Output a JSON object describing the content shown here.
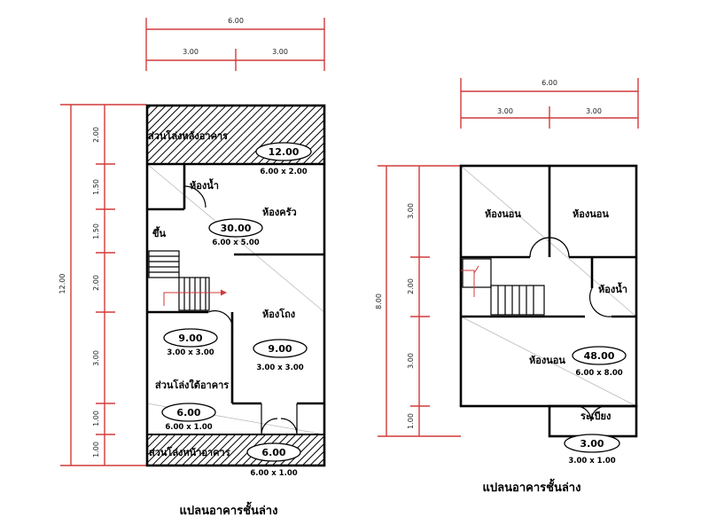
{
  "plan1": {
    "title": "แปลนอาคารชั้นล่าง",
    "dims": {
      "total_width": "6.00",
      "half_left": "3.00",
      "half_right": "3.00",
      "total_height": "12.00",
      "segments": [
        "2.00",
        "1.50",
        "1.50",
        "2.00",
        "3.00",
        "1.00",
        "1.00"
      ]
    },
    "labels": {
      "parking_top": "ส่วนโล่งหลังอาคาร",
      "bathroom": "ห้องน้ำ",
      "kitchen": "ห้องครัว",
      "stair": "ขึ้น",
      "hall": "ห้องโถง",
      "under": "ส่วนโล่งใต้อาคาร",
      "front": "ส่วนโล่งหน้าอาคาร"
    },
    "areas": [
      {
        "value": "12.00",
        "size": "6.00 x 2.00"
      },
      {
        "value": "30.00",
        "size": "6.00 x 5.00"
      },
      {
        "value": "9.00",
        "size": "3.00 x 3.00"
      },
      {
        "value": "9.00",
        "size": "3.00 x 3.00"
      },
      {
        "value": "6.00",
        "size": "6.00 x 1.00"
      },
      {
        "value": "6.00",
        "size": "6.00 x 1.00"
      }
    ]
  },
  "plan2": {
    "title": "แปลนอาคารชั้นล่าง",
    "dims": {
      "total_width": "6.00",
      "half_left": "3.00",
      "half_right": "3.00",
      "total_height": "8.00",
      "segments": [
        "3.00",
        "2.00",
        "3.00",
        "1.00"
      ]
    },
    "labels": {
      "bed1": "ห้องนอน",
      "bed2": "ห้องนอน",
      "bathroom": "ห้องน้ำ",
      "bed3": "ห้องนอน",
      "balcony": "ระเบียง"
    },
    "areas": [
      {
        "value": "48.00",
        "size": "6.00 x 8.00"
      },
      {
        "value": "3.00",
        "size": "3.00 x 1.00"
      }
    ]
  }
}
